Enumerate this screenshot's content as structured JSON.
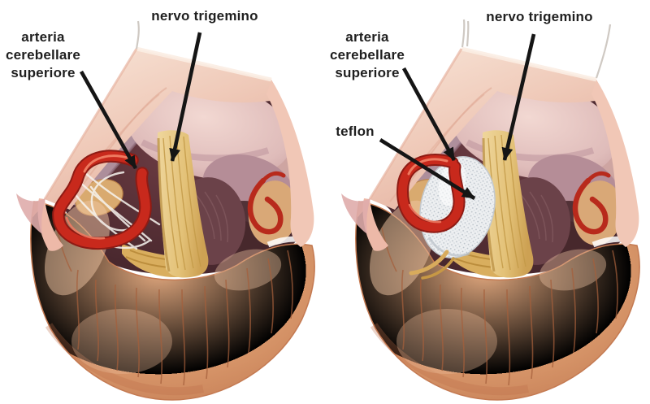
{
  "figure": {
    "type": "medical-illustration",
    "background": "#ffffff",
    "panels": {
      "left": {
        "labels": {
          "artery": "arteria cerebellare superiore",
          "nerve": "nervo trigemino"
        }
      },
      "right": {
        "labels": {
          "artery": "arteria cerebellare superiore",
          "teflon": "teflon",
          "nerve": "nervo trigemino"
        }
      }
    },
    "colors": {
      "arrow": "#151515",
      "label_text": "#1f1f1f",
      "artery_red": "#c8291c",
      "nerve_yellow": "#e8c87f",
      "teflon_pad": "#edeff1",
      "cerebellum": "#d99a70",
      "pons_pink": "#ecd0cb",
      "dura_flap": "#f1cdbd"
    }
  }
}
